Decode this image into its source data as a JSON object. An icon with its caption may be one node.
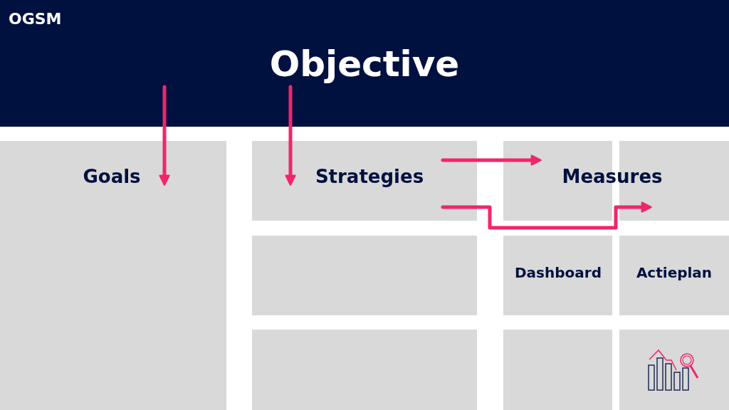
{
  "diagram": {
    "title": "OGSM",
    "nodes": [
      {
        "text": [
          "Objective"
        ]
      },
      {
        "text": [
          "Goals"
        ]
      },
      {
        "text": [
          "Strategies"
        ]
      },
      {
        "text": [
          "Measures"
        ]
      },
      {
        "text": [],
        "shape": "box",
        "in": 3
      },
      {
        "text": [],
        "shape": "box",
        "in": 3
      },
      {
        "text": [],
        "shape": "box"
      },
      {
        "text": [
          "Dashboard"
        ]
      },
      {
        "text": [
          "Actieplan"
        ]
      },
      {
        "text": [],
        "shape": "box"
      },
      {
        "text": [],
        "shape": "box"
      },
      {
        "text": [],
        "shape": "box"
      }
    ],
    "edges": [
      {
        "from": 0,
        "to": 1,
        "arrow": "to"
      },
      {
        "from": 0,
        "to": 2,
        "arrow": "to"
      },
      {
        "from": 2,
        "to": 4,
        "arrow": "to"
      },
      {
        "from": 2,
        "to": 5,
        "arrow": "to"
      }
    ]
  }
}
